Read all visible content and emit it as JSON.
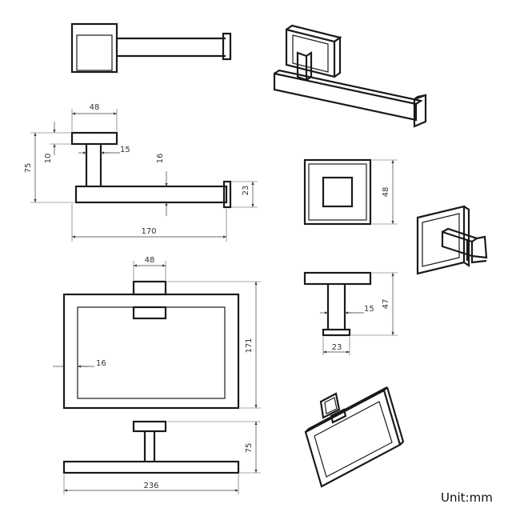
{
  "dimensions": {
    "holder_width": "48",
    "holder_total_height": "75",
    "holder_base_height": "10",
    "holder_post_width": "15",
    "holder_arm_thickness": "16",
    "holder_end_cap": "23",
    "holder_length": "170",
    "square_plate_size": "48",
    "hook_height": "47",
    "hook_post_width": "15",
    "hook_foot_width": "23",
    "ring_mount_width": "48",
    "ring_height": "171",
    "ring_bar_thickness": "16",
    "ring_depth": "75",
    "ring_width": "236"
  },
  "unit_label": "Unit:mm",
  "colors": {
    "line": "#1a1a1a",
    "background": "#ffffff"
  }
}
